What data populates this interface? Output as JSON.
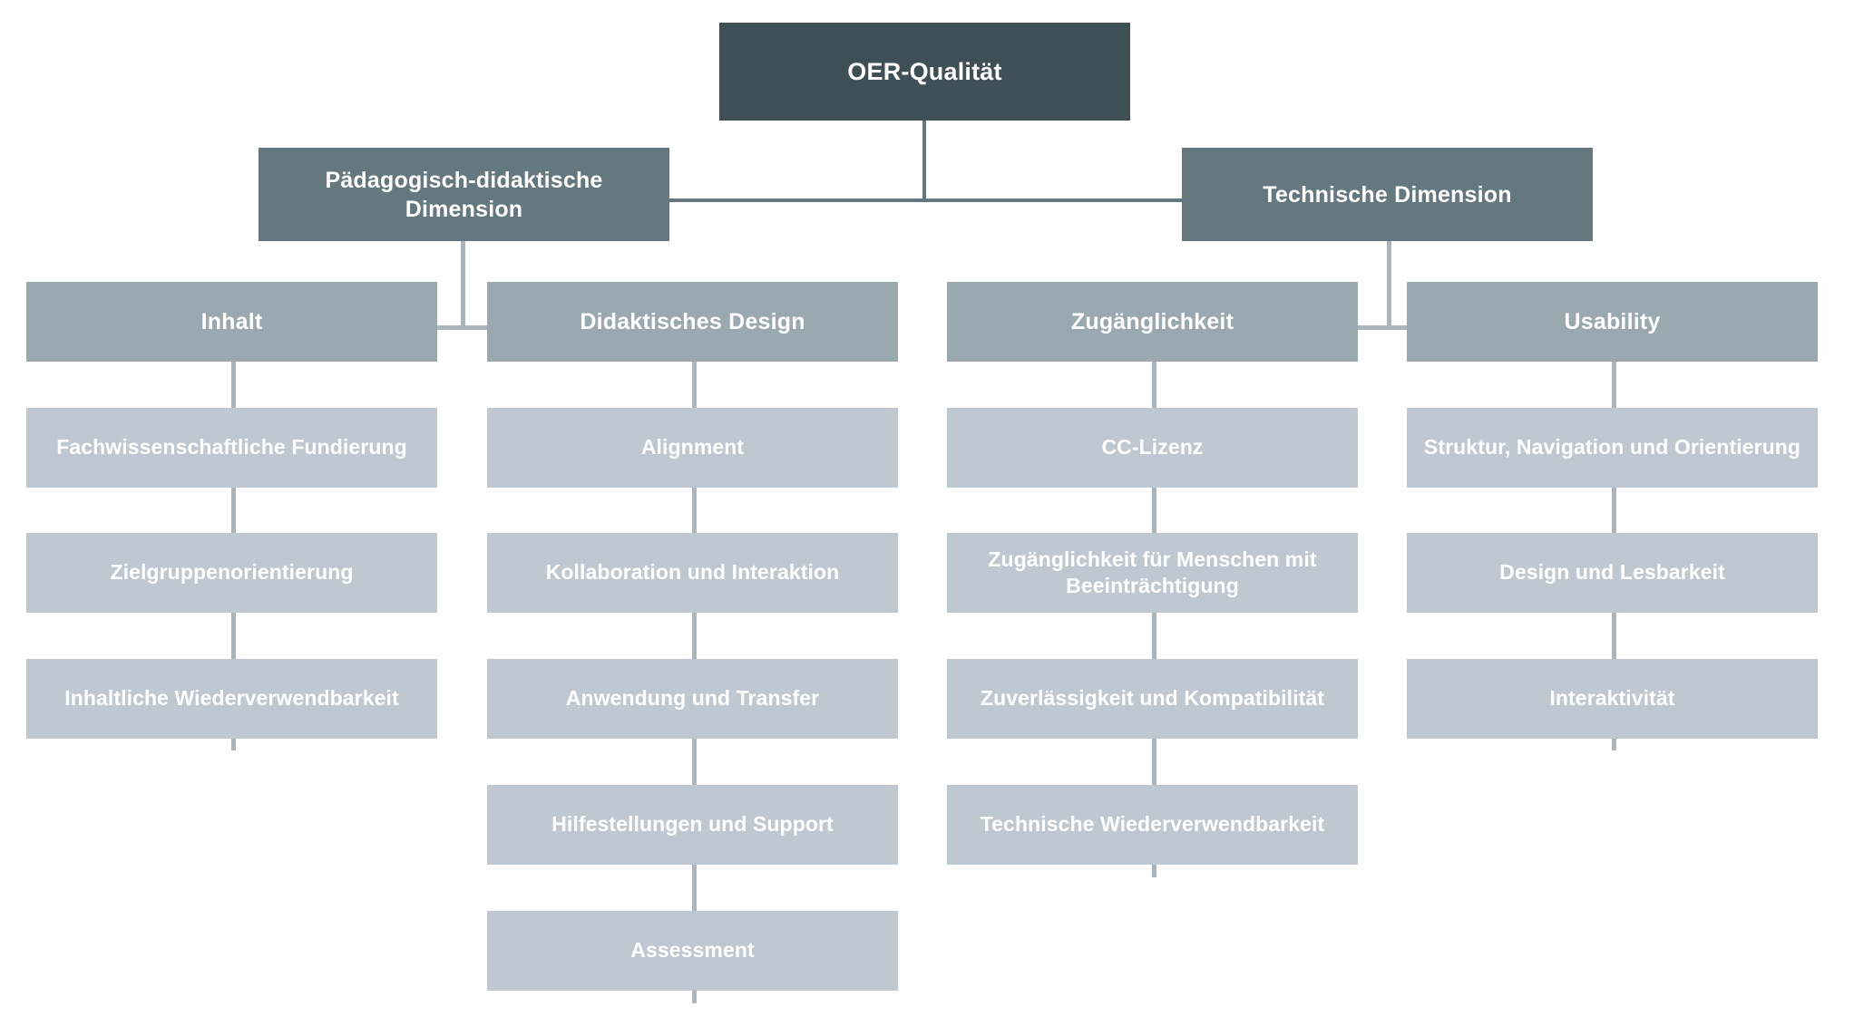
{
  "diagram": {
    "title": "OER-Qualität",
    "type": "hierarchy-tree",
    "root": {
      "label": "OER-Qualität"
    },
    "branches": [
      {
        "label": "Pädagogisch-didaktische Dimension"
      },
      {
        "label": "Technische Dimension"
      }
    ],
    "columns": [
      {
        "heading": "Inhalt",
        "items": [
          "Fachwissenschaftliche Fundierung",
          "Zielgruppenorientierung",
          "Inhaltliche Wiederverwendbarkeit"
        ]
      },
      {
        "heading": "Didaktisches Design",
        "items": [
          "Alignment",
          "Kollaboration und Interaktion",
          "Anwendung und Transfer",
          "Hilfestellungen und Support",
          "Assessment"
        ]
      },
      {
        "heading": "Zugänglichkeit",
        "items": [
          "CC-Lizenz",
          "Zugänglichkeit für Menschen mit Beeinträchtigung",
          "Zuverlässigkeit und Kompatibilität",
          "Technische Wiederverwendbarkeit"
        ]
      },
      {
        "heading": "Usability",
        "items": [
          "Struktur, Navigation und Orientierung",
          "Design und Lesbarkeit",
          "Interaktivität"
        ]
      }
    ],
    "colors": {
      "root": "#3e4f56",
      "branch": "#65787f",
      "category": "#9aa8b0",
      "leaf": "#bfc8d0",
      "connector": "#a9b4bb",
      "connector_dark": "#65787f",
      "text": "#ffffff",
      "background": "#ffffff"
    }
  }
}
